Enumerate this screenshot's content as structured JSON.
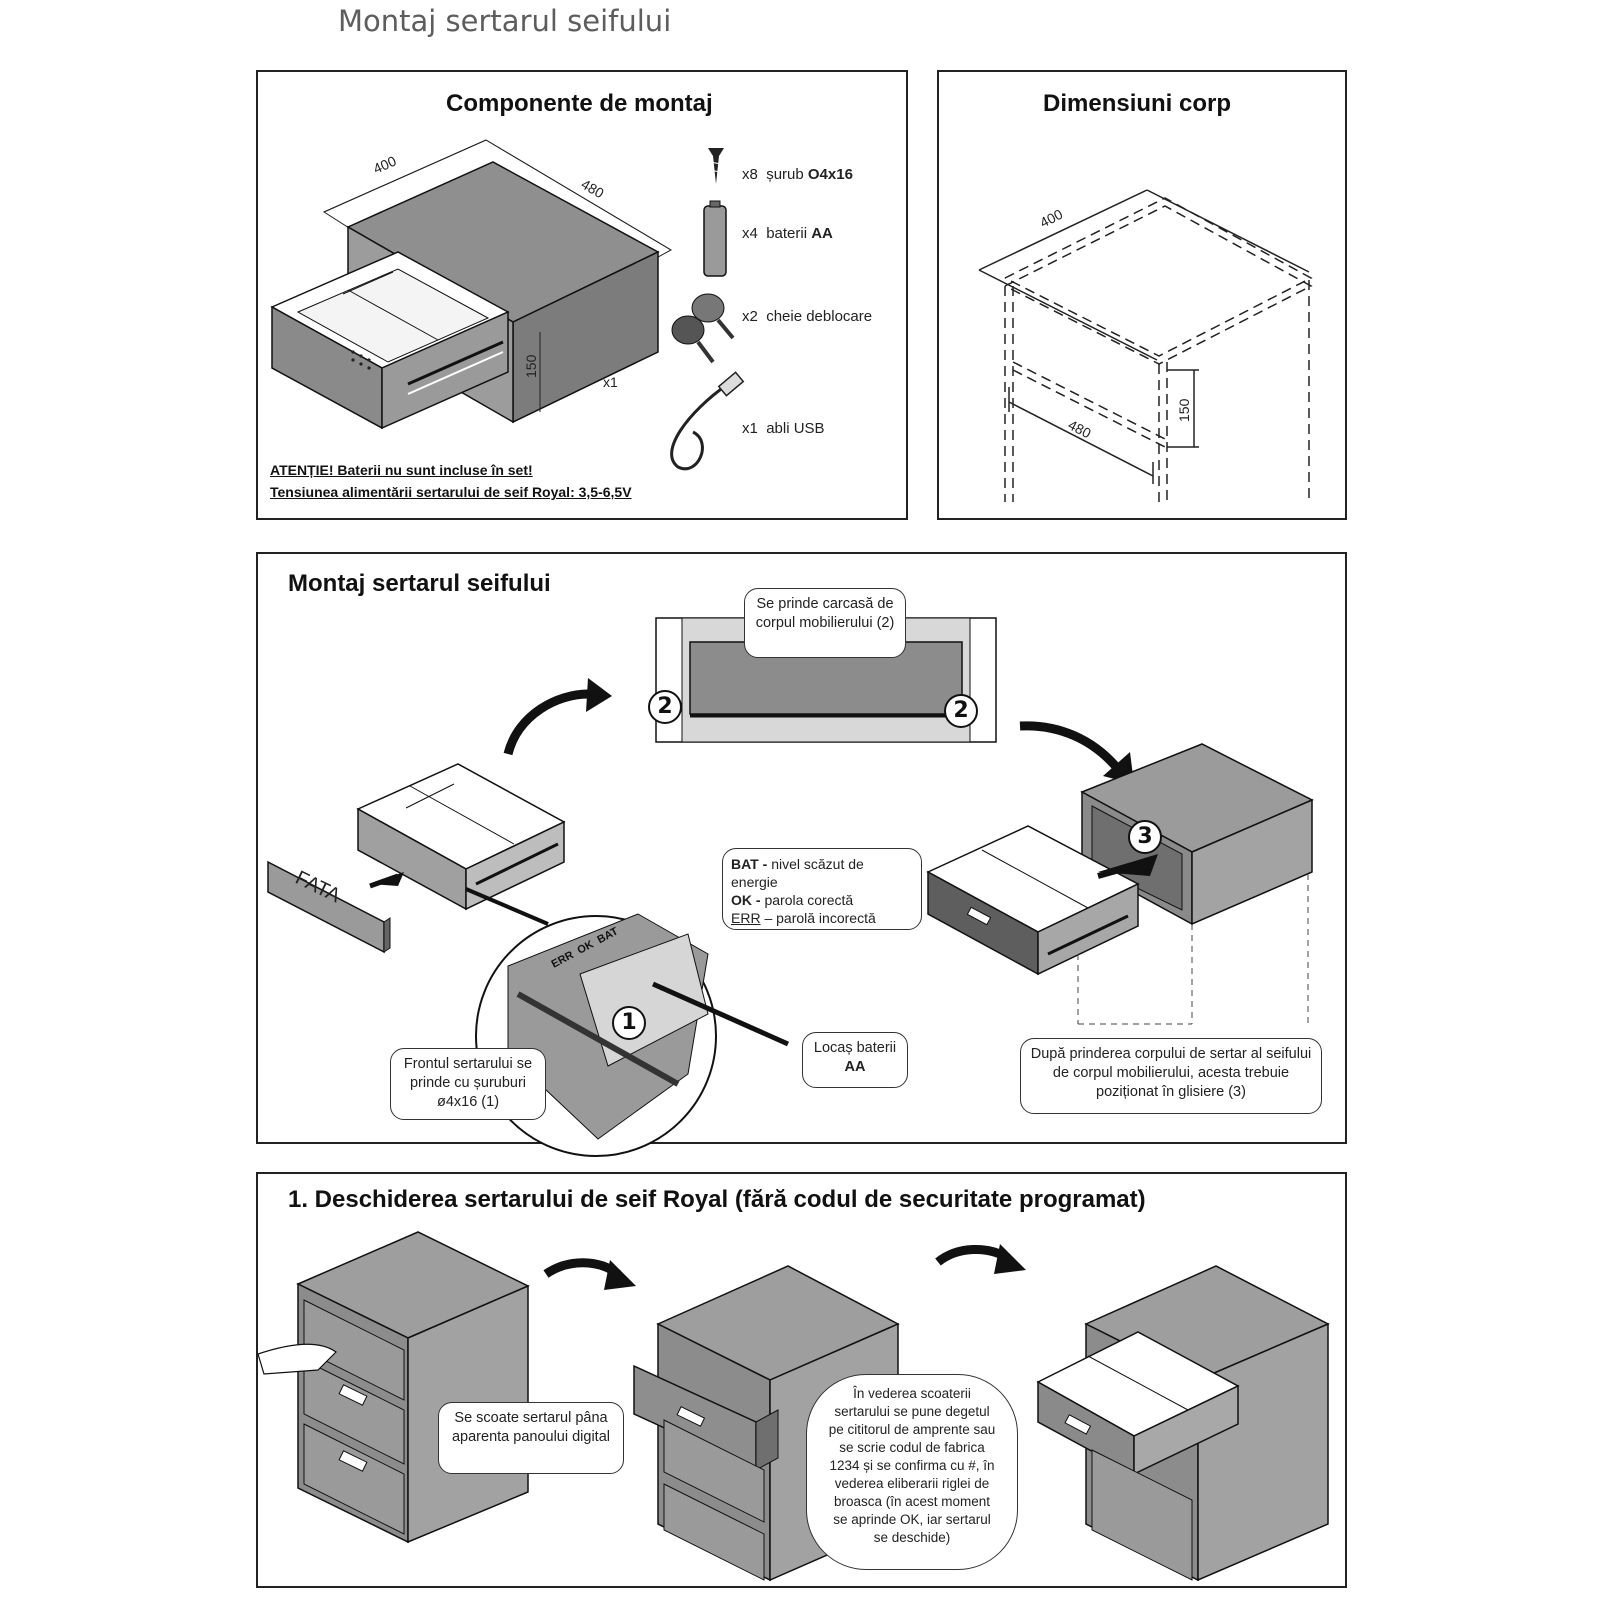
{
  "page_title": "Montaj sertarul seifului",
  "components_panel": {
    "title": "Componente de montaj",
    "dims": {
      "width": "400",
      "depth": "480",
      "height": "150"
    },
    "drawer_qty": "x1",
    "items": [
      {
        "qty": "x8",
        "name": "șurub",
        "spec": "O4x16",
        "icon": "screw-icon"
      },
      {
        "qty": "x4",
        "name": "baterii",
        "spec": "AA",
        "icon": "battery-icon"
      },
      {
        "qty": "x2",
        "name": "cheie deblocare",
        "spec": "",
        "icon": "key-icon"
      },
      {
        "qty": "x1",
        "name": "ablі USB",
        "spec": "",
        "icon": "usb-cable-icon"
      }
    ],
    "warning_1": "ATENȚIE! Baterii nu sunt incluse în set!",
    "warning_2": "Tensiunea alimentării sertarului de seif Royal: 3,5-6,5V"
  },
  "dimensions_panel": {
    "title": "Dimensiuni corp",
    "dims": {
      "width": "400",
      "depth": "480",
      "height": "150"
    }
  },
  "mount_panel": {
    "title": "Montaj sertarul seifului",
    "callout_carcass": "Se prinde carcasă de corpul mobilierului (2)",
    "badge_2": "2",
    "badge_1": "1",
    "badge_3": "3",
    "front_label": "FATA",
    "legend": {
      "bat_key": "BAT -",
      "bat_text": "nivel scăzut de energie",
      "ok_key": "OK -",
      "ok_text": "parola corectă",
      "err_key": "ERR",
      "err_text": "– parolă incorectă"
    },
    "callout_battery_line1": "Locaș baterii",
    "callout_battery_line2": "AA",
    "callout_front": "Frontul sertarului se prinde cu șuruburi ø4x16 (1)",
    "callout_rails": "După prinderea corpului de sertar al seifului de corpul mobilierului, acesta trebuie poziționat în glisiere (3)",
    "panel_labels": [
      "BAT",
      "OK",
      "ERR"
    ]
  },
  "opening_panel": {
    "title": "1. Deschiderea sertarului de seif Royal (fără codul de securitate programat)",
    "callout_pull": "Se scoate sertarul pâna aparenta panoului digital",
    "callout_finger": "În vederea scoaterii sertarului se pune degetul pe cititorul de amprente sau se scrie codul de fabrica 1234 și se confirma cu #, în vederea eliberarii riglei de broasca (în acest moment se aprinde OK, iar sertarul se deschide)"
  },
  "colors": {
    "metal": "#8f8f8f",
    "metal_light": "#a8a8a8",
    "metal_dark": "#6f6f6f",
    "line": "#111111"
  }
}
